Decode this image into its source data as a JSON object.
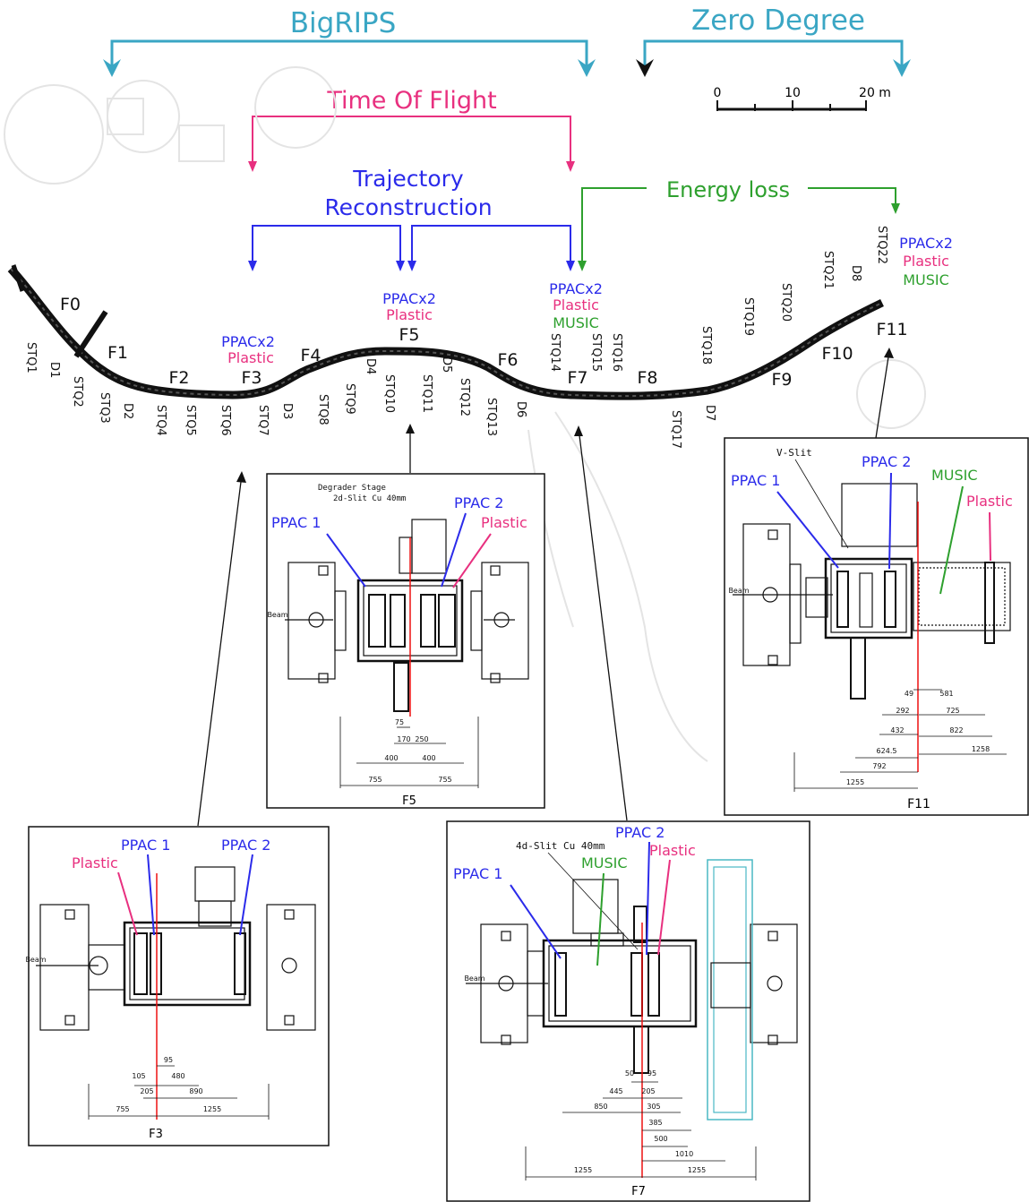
{
  "headers": {
    "bigrips": "BigRIPS",
    "zero_degree": "Zero Degree",
    "tof": "Time Of Flight",
    "traj_line1": "Trajectory",
    "traj_line2": "Reconstruction",
    "eloss": "Energy loss"
  },
  "scale_bar": {
    "t0": "0",
    "t10": "10",
    "t20": "20 m"
  },
  "focal_planes": {
    "F0": "F0",
    "F1": "F1",
    "F2": "F2",
    "F3": "F3",
    "F4": "F4",
    "F5": "F5",
    "F6": "F6",
    "F7": "F7",
    "F8": "F8",
    "F9": "F9",
    "F10": "F10",
    "F11": "F11"
  },
  "quads": {
    "STQ1": "STQ1",
    "D1": "D1",
    "STQ2": "STQ2",
    "STQ3": "STQ3",
    "D2": "D2",
    "STQ4": "STQ4",
    "STQ5": "STQ5",
    "STQ6": "STQ6",
    "STQ7": "STQ7",
    "D3": "D3",
    "STQ8": "STQ8",
    "STQ9": "STQ9",
    "D4": "D4",
    "STQ10": "STQ10",
    "STQ11": "STQ11",
    "D5": "D5",
    "STQ12": "STQ12",
    "STQ13": "STQ13",
    "D6": "D6",
    "STQ14": "STQ14",
    "STQ15": "STQ15",
    "STQ16": "STQ16",
    "STQ17": "STQ17",
    "D7": "D7",
    "STQ18": "STQ18",
    "STQ19": "STQ19",
    "STQ20": "STQ20",
    "STQ21": "STQ21",
    "D8": "D8",
    "STQ22": "STQ22"
  },
  "detectors": {
    "f3_ppac": "PPACx2",
    "f3_plastic": "Plastic",
    "f5_ppac": "PPACx2",
    "f5_plastic": "Plastic",
    "f7_ppac": "PPACx2",
    "f7_plastic": "Plastic",
    "f7_music": "MUSIC",
    "f11_ppac": "PPACx2",
    "f11_plastic": "Plastic",
    "f11_music": "MUSIC"
  },
  "inset_f5": {
    "caption": "F5",
    "degrader_line1": "Degrader Stage",
    "degrader_line2": "2d-Slit Cu 40mm",
    "ppac1": "PPAC 1",
    "ppac2": "PPAC 2",
    "plastic": "Plastic",
    "beam": "Beam",
    "dims": [
      "75",
      "170",
      "250",
      "400",
      "400",
      "755",
      "755"
    ]
  },
  "inset_f11": {
    "caption": "F11",
    "vslit": "V-Slit",
    "ppac1": "PPAC 1",
    "ppac2": "PPAC 2",
    "music": "MUSIC",
    "plastic": "Plastic",
    "beam": "Beam",
    "dims": [
      "49",
      "581",
      "292",
      "725",
      "432",
      "822",
      "1258",
      "624.5",
      "792",
      "1255"
    ]
  },
  "inset_f3": {
    "caption": "F3",
    "plastic": "Plastic",
    "ppac1": "PPAC 1",
    "ppac2": "PPAC 2",
    "beam": "Beam",
    "dims": [
      "95",
      "105",
      "480",
      "205",
      "890",
      "755",
      "1255"
    ]
  },
  "inset_f7": {
    "caption": "F7",
    "slit": "4d-Slit Cu 40mm",
    "ppac1": "PPAC 1",
    "ppac2": "PPAC 2",
    "music": "MUSIC",
    "plastic": "Plastic",
    "beam": "Beam",
    "dims": [
      "50",
      "95",
      "445",
      "205",
      "850",
      "305",
      "385",
      "500",
      "1010",
      "1255",
      "1255"
    ]
  },
  "colors": {
    "cyan": "#3aa6c4",
    "magenta": "#e8307f",
    "blue": "#2b2bea",
    "green": "#2ea02e",
    "black": "#111111"
  }
}
